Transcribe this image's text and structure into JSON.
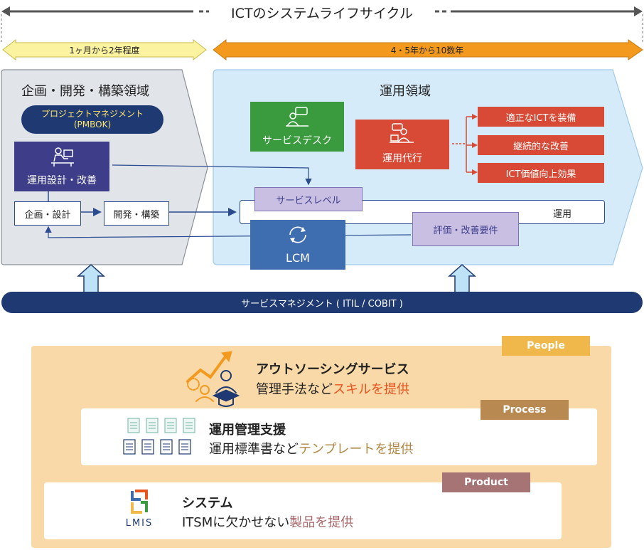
{
  "title": "ICTのシステムライフサイクル",
  "timeline": {
    "short": "1ヶ月から2年程度",
    "long": "4・5年から10数年"
  },
  "planning": {
    "title": "企画・開発・構築領域",
    "pm_line1": "プロジェクトマネジメント",
    "pm_line2": "(PMBOK)",
    "ops_design": "運用設計・改善",
    "plan_design": "企画・設計",
    "develop": "開発・構築"
  },
  "operations": {
    "title": "運用領域",
    "service_desk": "サービスデスク",
    "ops_agency": "運用代行",
    "benefits": [
      "適正なICTを装備",
      "継続的な改善",
      "ICT価値向上効果"
    ],
    "service_level": "サービスレベル",
    "operation": "運用",
    "evaluation": "評価・改善要件",
    "lcm": "LCM"
  },
  "service_mgmt": "サービスマネジメント ( ITIL / COBIT )",
  "people": {
    "tag": "People",
    "title": "アウトソーシングサービス",
    "desc_plain": "管理手法など",
    "desc_accent": "スキルを提供"
  },
  "process": {
    "tag": "Process",
    "title": "運用管理支援",
    "desc_plain": "運用標準書など",
    "desc_accent": "テンプレートを提供"
  },
  "product": {
    "tag": "Product",
    "title": "システム",
    "desc_plain": "ITSMに欠かせない",
    "desc_accent": "製品を提供",
    "logo_text": "LMIS"
  },
  "colors": {
    "navy": "#1f3a72",
    "orange_bar": "#f39a1e",
    "yellow_bar": "#fbf3a0",
    "green": "#3a9a3e",
    "red": "#d94a36",
    "steel": "#3f6eb0",
    "lavender": "#c9bfe3",
    "beige": "#f9d9a8",
    "people_tag": "#f0b84a",
    "process_tag": "#b88a52",
    "product_tag": "#a77476",
    "accent_people": "#e8541e",
    "accent_process": "#b08844",
    "accent_product": "#a8686a"
  }
}
